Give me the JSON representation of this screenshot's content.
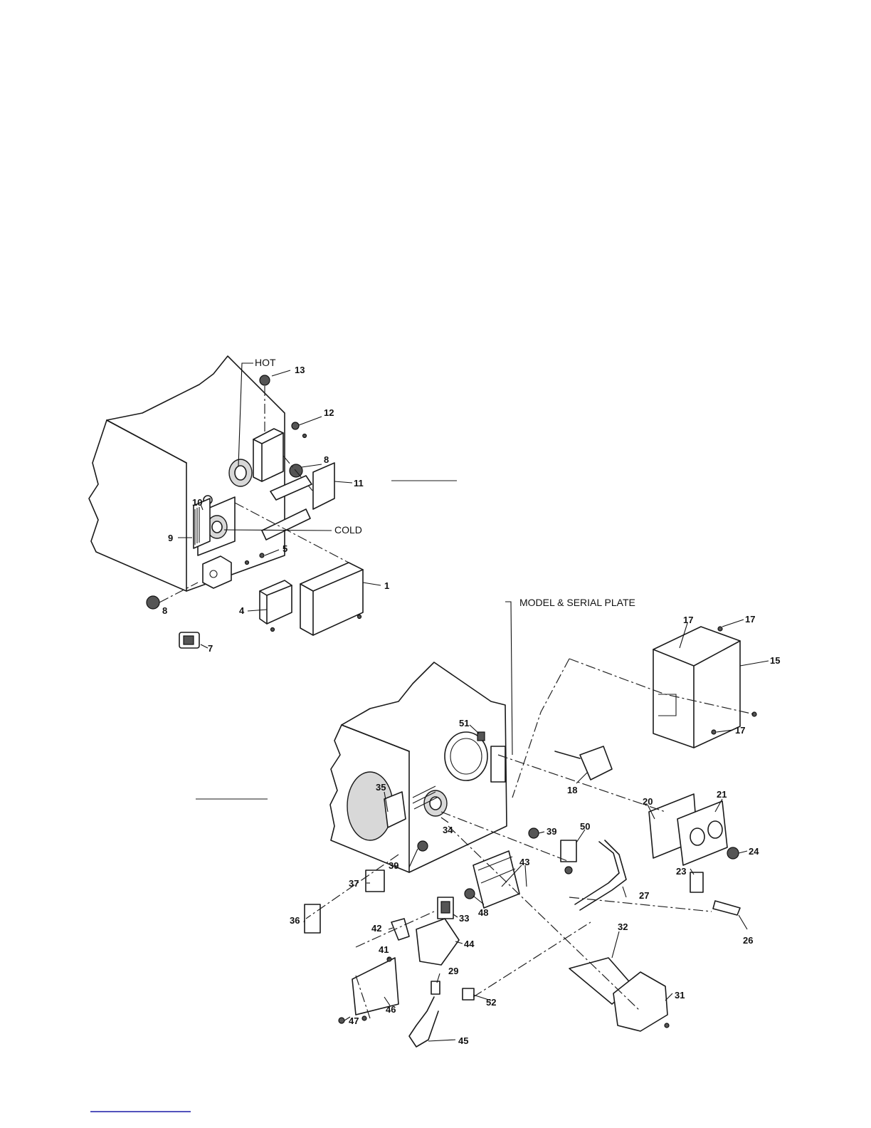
{
  "text_labels": {
    "hot": "HOT",
    "cold": "COLD",
    "model_serial_plate": "MODEL & SERIAL PLATE"
  },
  "upper_callouts": [
    "13",
    "12",
    "8",
    "11",
    "10",
    "9",
    "5",
    "1",
    "4",
    "8",
    "7"
  ],
  "lower_callouts": [
    "17",
    "17",
    "15",
    "17",
    "51",
    "18",
    "35",
    "21",
    "20",
    "39",
    "50",
    "34",
    "39",
    "24",
    "37",
    "43",
    "27",
    "23",
    "48",
    "33",
    "36",
    "42",
    "44",
    "41",
    "29",
    "32",
    "26",
    "46",
    "52",
    "31",
    "47",
    "45"
  ],
  "colors": {
    "line": "#1a1a1a",
    "background": "#ffffff",
    "link_underline": "#1a1aa6"
  }
}
